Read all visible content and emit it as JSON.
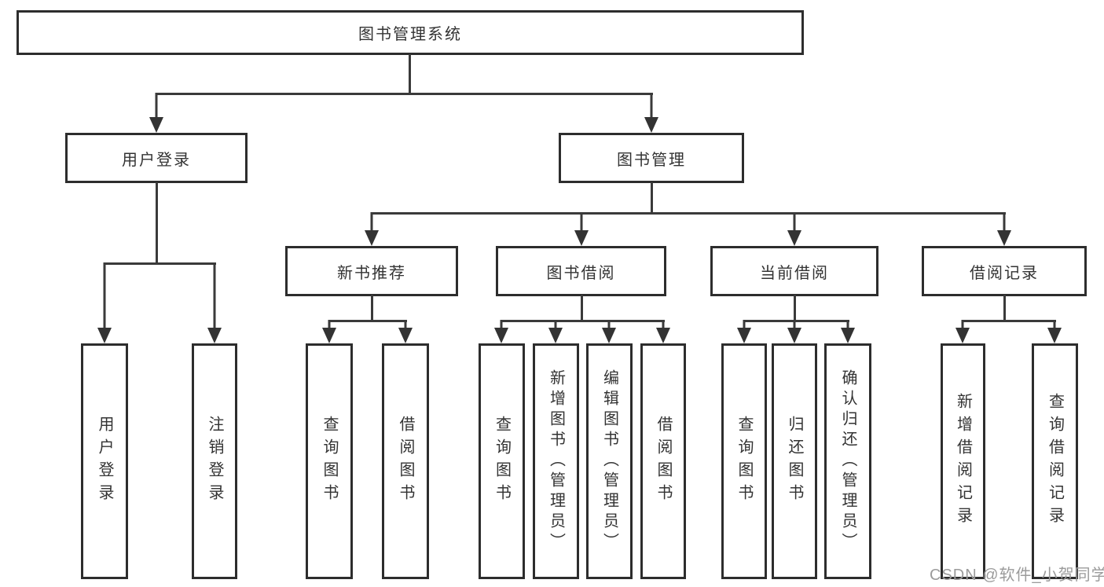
{
  "colors": {
    "background": "#ffffff",
    "box_border": "#2d2d2d",
    "connector_line": "#3a3a3a",
    "text": "#333333",
    "watermark": "#9b9b9b"
  },
  "watermark": {
    "text": "CSDN @软件_小贺同学"
  },
  "tree": {
    "root": {
      "label": "图书管理系统"
    },
    "l2": [
      {
        "label": "用户登录",
        "children": [
          {
            "label": "用户登录"
          },
          {
            "label": "注销登录"
          }
        ]
      },
      {
        "label": "图书管理",
        "children": [
          {
            "label": "新书推荐",
            "children": [
              {
                "label": "查询图书"
              },
              {
                "label": "借阅图书"
              }
            ]
          },
          {
            "label": "图书借阅",
            "children": [
              {
                "label": "查询图书"
              },
              {
                "label": "新增图书（管理员）"
              },
              {
                "label": "编辑图书（管理员）"
              },
              {
                "label": "借阅图书"
              }
            ]
          },
          {
            "label": "当前借阅",
            "children": [
              {
                "label": "查询图书"
              },
              {
                "label": "归还图书"
              },
              {
                "label": "确认归还（管理员）"
              }
            ]
          },
          {
            "label": "借阅记录",
            "children": [
              {
                "label": "新增借阅记录"
              },
              {
                "label": "查询借阅记录"
              }
            ]
          }
        ]
      }
    ]
  }
}
